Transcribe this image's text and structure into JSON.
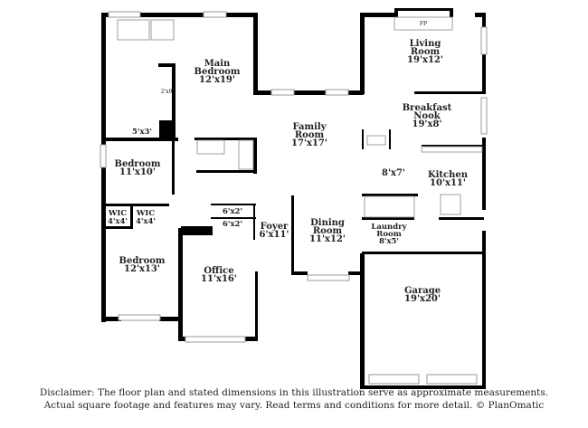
{
  "rooms": {
    "main_bedroom": {
      "name_1": "Main",
      "name_2": "Bedroom",
      "size": "12'x19'"
    },
    "main_closet": {
      "size": "2'x9'"
    },
    "main_bath_closet": {
      "size": "5'x3'"
    },
    "family_room": {
      "name_1": "Family",
      "name_2": "Room",
      "size": "17'x17'"
    },
    "bedroom_2": {
      "name": "Bedroom",
      "size": "11'x10'"
    },
    "wic_1": {
      "name": "WIC",
      "size": "4'x4'"
    },
    "wic_2": {
      "name": "WIC",
      "size": "4'x4'"
    },
    "closet_a": {
      "size": "6'x2'"
    },
    "closet_b": {
      "size": "6'x2'"
    },
    "foyer": {
      "name": "Foyer",
      "size": "6'x11'"
    },
    "dining_room": {
      "name_1": "Dining",
      "name_2": "Room",
      "size": "11'x12'"
    },
    "bedroom_3": {
      "name": "Bedroom",
      "size": "12'x13'"
    },
    "office": {
      "name": "Office",
      "size": "11'x16'"
    },
    "living_room": {
      "name_1": "Living",
      "name_2": "Room",
      "size": "19'x12'",
      "fireplace": "FP"
    },
    "breakfast_nook": {
      "name_1": "Breakfast",
      "name_2": "Nook",
      "size": "19'x8'"
    },
    "hall": {
      "size": "8'x7'"
    },
    "kitchen": {
      "name": "Kitchen",
      "size": "10'x11'"
    },
    "laundry_room": {
      "name_1": "Laundry",
      "name_2": "Room",
      "size": "8'x5'"
    },
    "garage": {
      "name": "Garage",
      "size": "19'x20'"
    }
  },
  "disclaimer": {
    "line_1": "Disclaimer: The floor plan and stated dimensions in this illustration serve as approximate measurements.",
    "line_2": "Actual square footage and features may vary. Read terms and conditions for more detail. © PlanOmatic"
  }
}
